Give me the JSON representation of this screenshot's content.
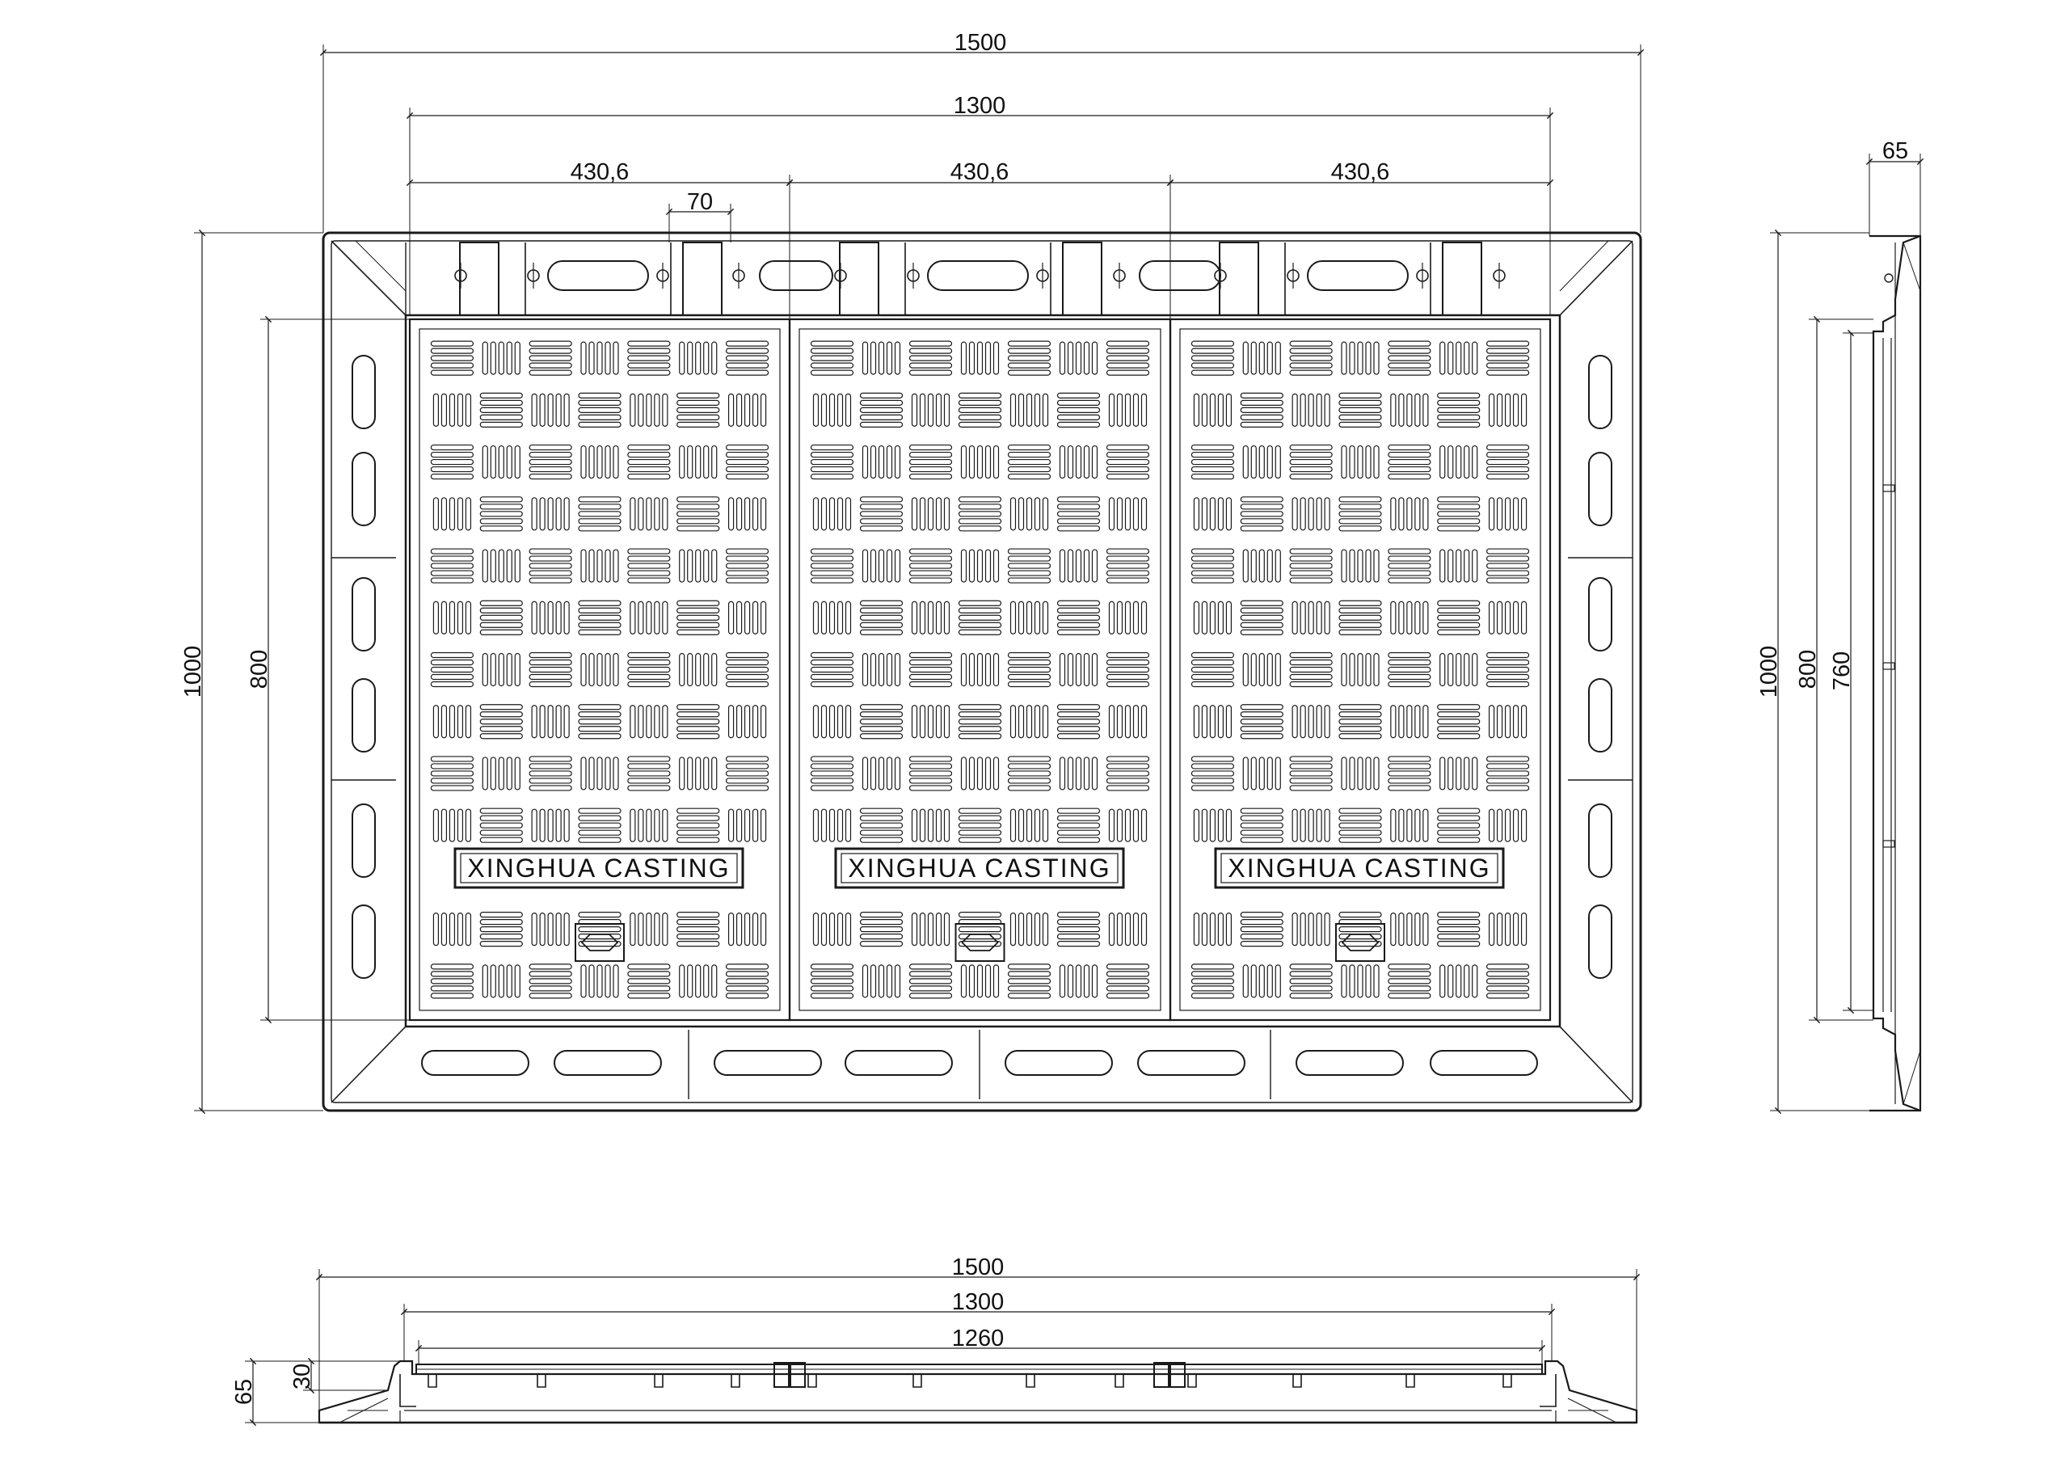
{
  "drawing": {
    "brand_text": "XINGHUA CASTING",
    "plan_view": {
      "overall_width": "1500",
      "inner_width": "1300",
      "cover_widths": [
        "430,6",
        "430,6",
        "430,6"
      ],
      "lug_width": "70",
      "overall_height": "1000",
      "inner_height": "800"
    },
    "side_view": {
      "depth": "65",
      "overall_height": "1000",
      "inner_height": "800",
      "clear_height": "760"
    },
    "section_view": {
      "overall_width": "1500",
      "inner_width": "1300",
      "clear_width": "1260",
      "total_depth": "65",
      "cover_depth": "30"
    },
    "line_color": "#1a1a1a",
    "background_color": "#ffffff"
  }
}
